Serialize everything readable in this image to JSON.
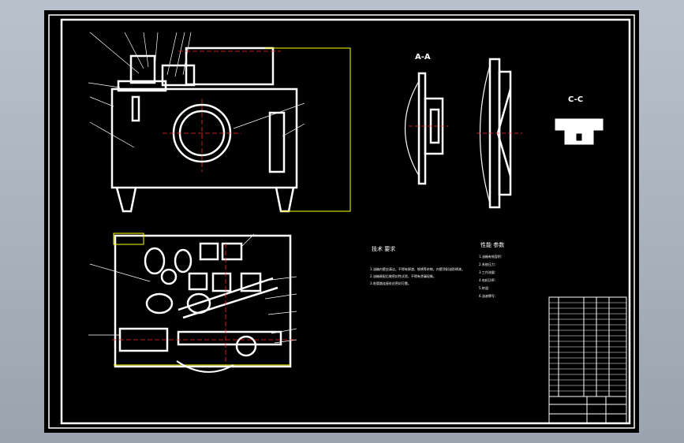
{
  "drawing": {
    "tech_requirements_title": "技术 要求",
    "tech_requirements_lines": [
      "1.油箱内壁应清洁，不得有焊渣、铁锈等杂物，内壁涂耐油防锈漆。",
      "2.油箱装配后做密封性试验，不得有渗漏现象。",
      "3.各管路连接处应密封可靠。"
    ],
    "performance_title": "性能 参数",
    "performance_lines": [
      "1.油箱有效容积：",
      "2.系统压力：",
      "3.工作流量：",
      "4.电机功率：",
      "5.转速：",
      "6.油液牌号："
    ],
    "section_labels": [
      "A-A",
      "C-C"
    ]
  },
  "colors": {
    "background": "#000000",
    "outline": "#ffffff",
    "centerline": "#ff2a2a",
    "highlight": "#ffff00",
    "window_frame": "#9aa4af"
  }
}
